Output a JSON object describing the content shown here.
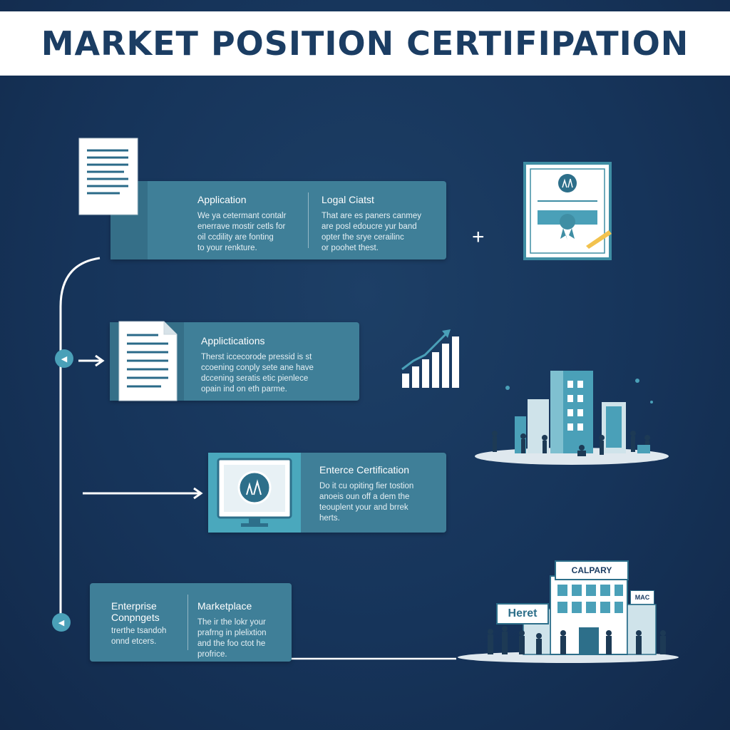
{
  "title": "MARKET POSITION CERTIFIPATION",
  "plus_symbol": "+",
  "node_glyph": "◀",
  "stage1": {
    "col1": {
      "heading": "Application",
      "body": "We ya cetermant contalr\nenerrave mostir cetls for\noil ccdility are fonting\nto your renkture."
    },
    "col2": {
      "heading": "Logal Ciatst",
      "body": "That are es paners canmey\nare posl edoucre yur band\nopter the srye cerailinc\nor poohet thest."
    }
  },
  "stage2": {
    "heading": "Applictications",
    "body": "Therst iccecorode pressid is st\nccoening conply sete ane have\ndccening seratis etic pienlece\nopain ind on eth parme."
  },
  "stage3": {
    "heading": "Enterce Certification",
    "body": "Do it cu opiting fier tostion\nanoeis oun off a dem the\nteouplent your and brrek\nherts."
  },
  "stage4": {
    "col1": {
      "heading": "Enterprise\nConpngets",
      "body": "trerthe tsandoh\nonnd etcers."
    },
    "col2": {
      "heading": "Marketplace",
      "body": "The ir the lokr your\nprafrng in plelixtion\nand the foo ctot he\nprofrice."
    }
  },
  "signs": {
    "company": "CALPARY",
    "here": "Heret",
    "small": "MAC"
  },
  "colors": {
    "background": "#16345a",
    "card": "#3f7f98",
    "card_dark": "#356f88",
    "accent": "#4aa0b8",
    "title_text": "#1b3d63"
  },
  "icons": [
    "document-icon",
    "certificate-icon",
    "growth-chart-icon",
    "city-buildings-icon",
    "monitor-icon",
    "storefront-icon",
    "arrow-right-icon",
    "timeline-node-icon"
  ]
}
